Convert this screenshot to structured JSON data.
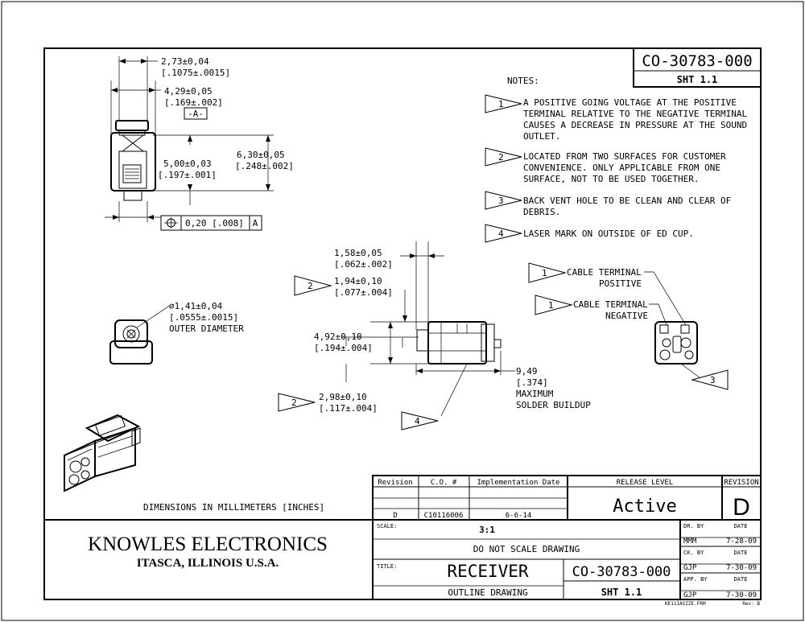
{
  "doc": {
    "part_number": "CO-30783-000",
    "sheet": "SHT 1.1",
    "notes_heading": "NOTES:",
    "notes": [
      {
        "num": "1",
        "lines": [
          "A POSITIVE GOING VOLTAGE AT THE POSITIVE",
          "TERMINAL RELATIVE TO THE NEGATIVE TERMINAL",
          "CAUSES A DECREASE IN PRESSURE AT THE SOUND",
          "OUTLET."
        ]
      },
      {
        "num": "2",
        "lines": [
          "LOCATED FROM TWO SURFACES FOR CUSTOMER",
          "CONVENIENCE.  ONLY APPLICABLE FROM ONE",
          "SURFACE, NOT TO BE USED TOGETHER."
        ]
      },
      {
        "num": "3",
        "lines": [
          "BACK VENT HOLE TO BE CLEAN AND CLEAR OF",
          "DEBRIS."
        ]
      },
      {
        "num": "4",
        "lines": [
          "LASER MARK ON OUTSIDE OF ED CUP."
        ]
      }
    ]
  },
  "dims": {
    "d1": "2,73±0,04",
    "d1_in": "[.1075±.0015]",
    "d2": "4,29±0,05",
    "d2_in": "[.169±.002]",
    "datum": "-A-",
    "d3": "5,00±0,03",
    "d3_in": "[.197±.001]",
    "d4": "6,30±0,05",
    "d4_in": "[.248±.002]",
    "fcf_value": "0,20 [.008]",
    "fcf_datum": "A",
    "d5": "1,58±0,05",
    "d5_in": "[.062±.002]",
    "d6": "1,94±0,10",
    "d6_in": "[.077±.004]",
    "d7": "4,92±0,10",
    "d7_in": "[.194±.004]",
    "d8": "2,98±0,10",
    "d8_in": "[.117±.004]",
    "d9": "9,49",
    "d9_in": "[.374]",
    "d9_l3": "MAXIMUM",
    "d9_l4": "SOLDER BUILDUP",
    "dia": "1,41±0,04",
    "dia_in": "[.0555±.0015]",
    "dia_label": "OUTER DIAMETER",
    "cable_pos_1": "CABLE TERMINAL",
    "cable_pos_2": "POSITIVE",
    "cable_neg_1": "CABLE TERMINAL",
    "cable_neg_2": "NEGATIVE",
    "flag_1a": "1",
    "flag_1b": "1",
    "flag_2a": "2",
    "flag_2b": "2",
    "flag_3": "3",
    "flag_4": "4"
  },
  "units_note": "DIMENSIONS IN MILLIMETERS [INCHES]",
  "revision_block": {
    "headers": [
      "Revision",
      "C.O. #",
      "Implementation Date"
    ],
    "row": [
      "D",
      "C10116006",
      "6-6-14"
    ],
    "release_level_label": "RELEASE LEVEL",
    "release_level": "Active",
    "revision_label": "REVISION",
    "revision": "D"
  },
  "title_block": {
    "company": "KNOWLES ELECTRONICS",
    "location": "ITASCA, ILLINOIS U.S.A.",
    "scale_label": "SCALE:",
    "scale": "3:1",
    "dont_scale": "DO NOT SCALE DRAWING",
    "title_label": "TITLE:",
    "title": "RECEIVER",
    "subtitle": "OUTLINE DRAWING",
    "part_number": "CO-30783-000",
    "sheet": "SHT 1.1",
    "dr_by_label": "DR. BY",
    "dr_by": "MMM",
    "dr_date": "7-28-09",
    "ck_by_label": "CK. BY",
    "ck_by": "GJP",
    "ck_date": "7-30-09",
    "app_by_label": "APP. BY",
    "app_by": "GJP",
    "app_date": "7-30-09",
    "date_label": "DATE",
    "form": "KE11IASIZE.FRM",
    "form_rev": "Rev: B"
  }
}
